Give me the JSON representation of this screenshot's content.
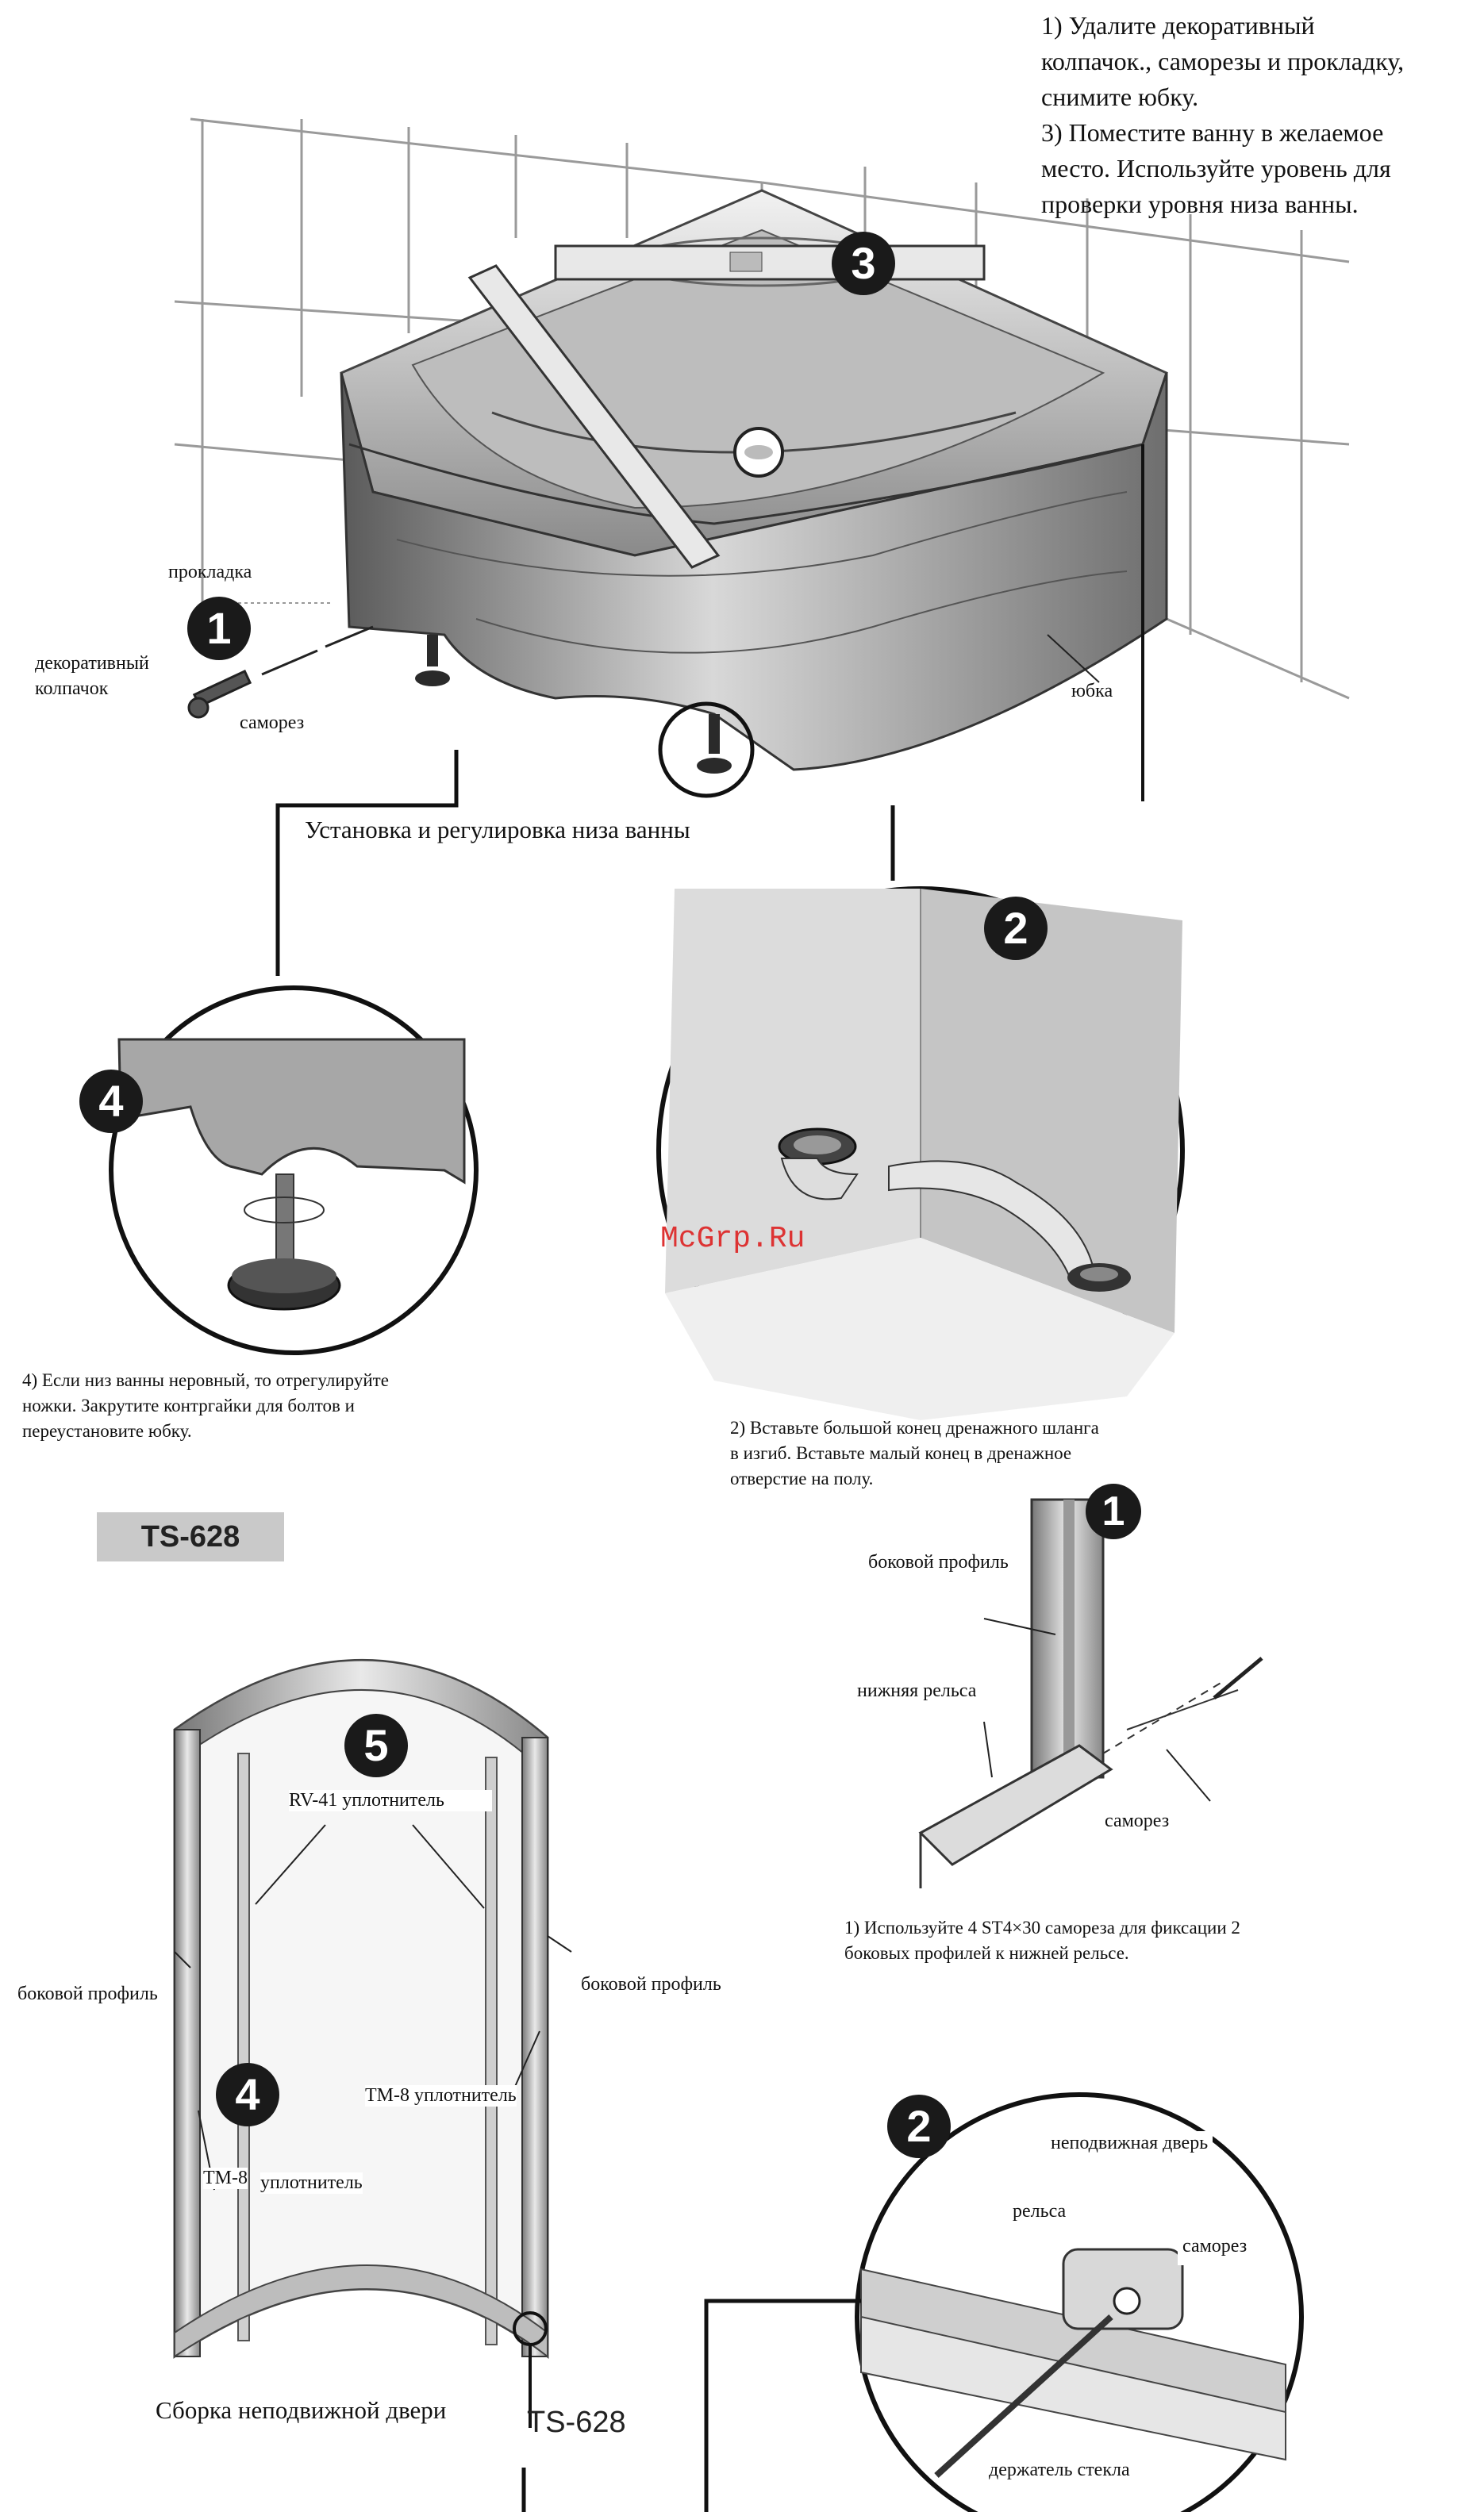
{
  "header_instructions": {
    "line1": "1) Удалите декоративный",
    "line2": "колпачок., саморезы и прокладку,",
    "line3": "снимите юбку.",
    "line4": "3) Поместите ванну в желаемое",
    "line5": "место. Используйте уровень для",
    "line6": "проверки уровня низа ванны."
  },
  "bath_labels": {
    "gasket": "прокладка",
    "cap_line1": "декоративный",
    "cap_line2": "колпачок",
    "screw": "саморез",
    "skirt": "юбка"
  },
  "section_title": "Установка и регулировка низа ванны",
  "steps": {
    "s1": "1",
    "s2": "2",
    "s3": "3",
    "s4": "4",
    "s5": "5"
  },
  "step4_text": {
    "line1": "4) Если низ ванны неровный, то отрегулируйте",
    "line2": "ножки.   Закрутите контргайки для болтов и",
    "line3": "переустановите юбку."
  },
  "step2_text": {
    "line1": "2) Вставьте большой конец дренажного шланга",
    "line2": "в изгиб. Вставьте малый конец в дренажное",
    "line3": "отверстие на полу."
  },
  "watermark": "McGrp.Ru",
  "model_badge": "TS-628",
  "door_labels": {
    "rv_seal": "RV-41 уплотнитель",
    "side_profile_left": "боковой профиль",
    "side_profile_right": "боковой профиль",
    "tm_seal_right": "TM-8 уплотнитель",
    "tm_seal_left_code": "TM-8",
    "tm_seal_left_word": "уплотнитель"
  },
  "door_title": "Сборка неподвижной двери",
  "model_label_bottom": "TS-628",
  "profile_labels": {
    "side_profile": "боковой профиль",
    "bottom_rail": "нижняя рельса",
    "screw": "саморез"
  },
  "profile_text": {
    "line1": "1) Используйте 4 ST4×30 самореза для фиксации 2",
    "line2": "боковых профилей к нижней рельсе."
  },
  "glass_labels": {
    "fixed_door": "неподвижная дверь",
    "rail": "рельса",
    "screw": "саморез",
    "holder": "держатель стекла"
  }
}
